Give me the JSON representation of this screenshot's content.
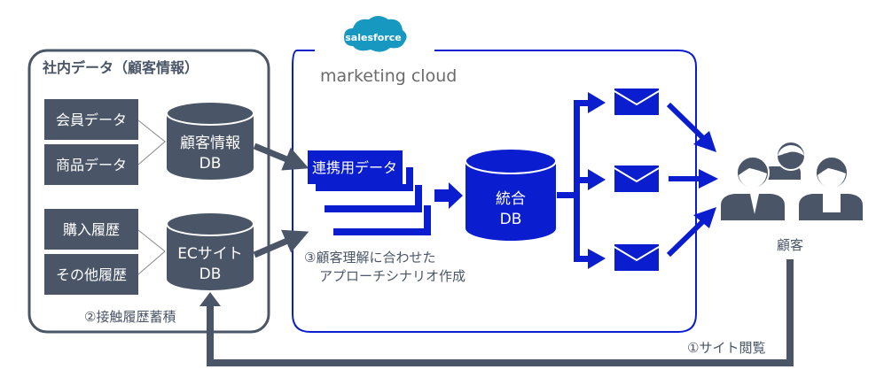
{
  "colors": {
    "slate": "#4a5568",
    "blue": "#0a1ecf",
    "salesforce_cloud": "#1798c1",
    "gray_text": "#555555"
  },
  "internal_group": {
    "title": "社内データ（顧客情報）",
    "sources_top": [
      "会員データ",
      "商品データ"
    ],
    "sources_bottom": [
      "購入履歴",
      "その他履歴"
    ],
    "db_customer": [
      "顧客情報",
      "DB"
    ],
    "db_ec": [
      "ECサイト",
      "DB"
    ],
    "step2_label": "②接触履歴蓄積"
  },
  "marketing_cloud": {
    "logo_text": "salesforce",
    "product_name": "marketing cloud",
    "linked_data_label": "連携用データ",
    "integrated_db": [
      "統合",
      "DB"
    ],
    "step3_label_line1": "③顧客理解に合わせた",
    "step3_label_line2": "アプローチシナリオ作成",
    "email_icons": 3
  },
  "customer": {
    "label": "顧客",
    "icon": "people-group-icon"
  },
  "step1_label": "①サイト閲覧"
}
